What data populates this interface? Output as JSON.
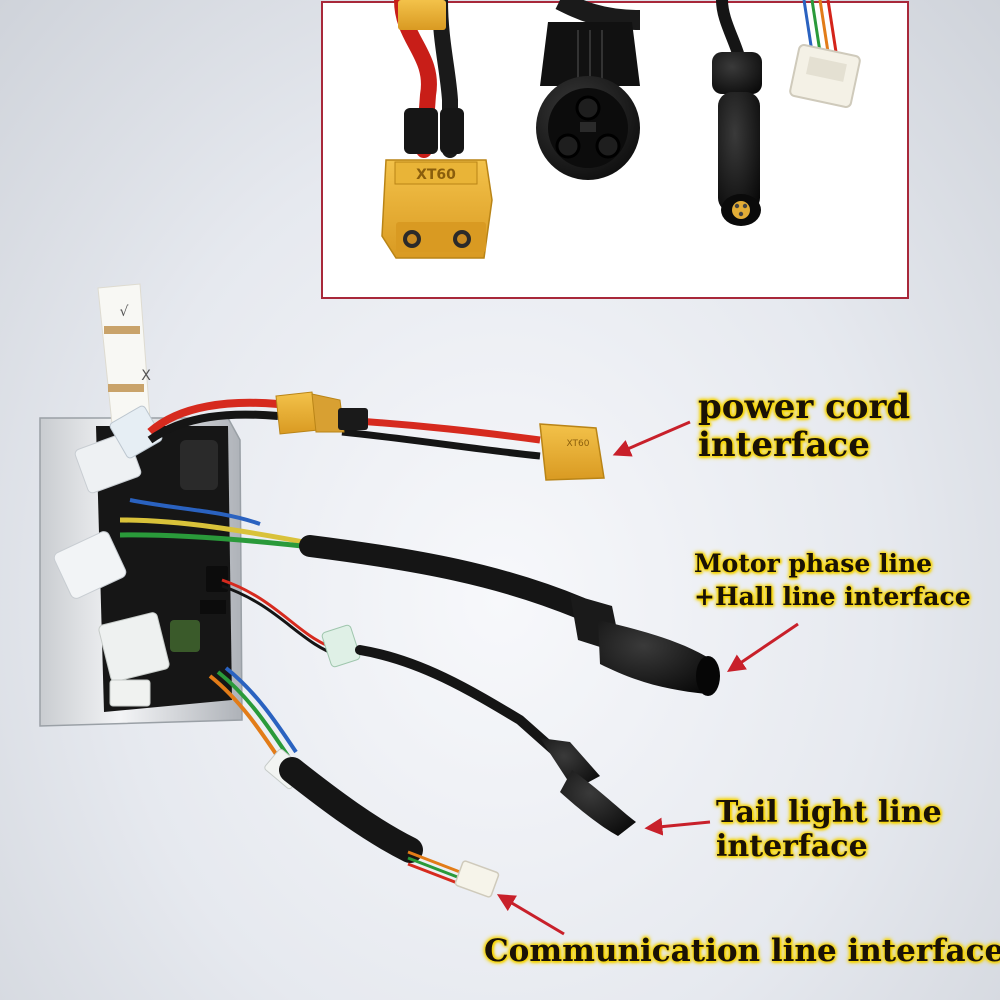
{
  "inset": {
    "xt60_marking": "XT60"
  },
  "controller": {
    "label_marks": [
      "√",
      "X"
    ],
    "power_connector_marking": "XT60"
  },
  "labels": {
    "power": [
      "power cord",
      "interface"
    ],
    "motor": [
      "Motor phase line",
      "+Hall line interface"
    ],
    "tail": [
      "Tail light line",
      "interface"
    ],
    "comm": "Communication line interface"
  },
  "colors": {
    "inset_border": "#a8283a",
    "arrow": "#c8202a",
    "label_glow": "#f6d400",
    "connector_yellow": "#e8b23a",
    "cable_black": "#151515",
    "cable_red": "#d62a1e"
  }
}
